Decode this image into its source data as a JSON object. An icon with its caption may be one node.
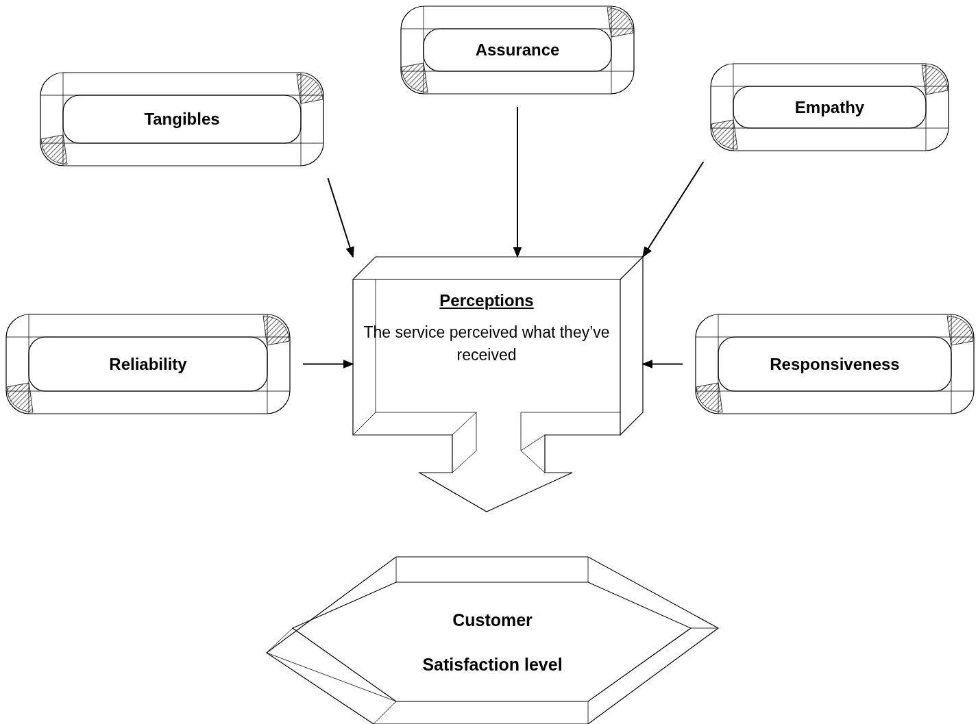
{
  "diagram": {
    "nodes": [
      {
        "text": [
          "Tangibles"
        ]
      },
      {
        "text": [
          "Assurance"
        ]
      },
      {
        "text": [
          "Empathy"
        ]
      },
      {
        "text": [
          "Perceptions",
          "The service perceived what they’ve received"
        ]
      },
      {
        "text": [
          "Reliability"
        ]
      },
      {
        "text": [
          "Responsiveness"
        ]
      },
      {
        "text": [
          "Customer Satisfaction level"
        ]
      }
    ],
    "edges": [
      {
        "from": 0,
        "to": 3,
        "arrow": "to"
      },
      {
        "from": 1,
        "to": 3,
        "arrow": "to"
      },
      {
        "from": 2,
        "to": 3,
        "arrow": "to"
      },
      {
        "from": 4,
        "to": 3,
        "arrow": "to"
      },
      {
        "from": 5,
        "to": 3,
        "arrow": "to"
      }
    ]
  }
}
